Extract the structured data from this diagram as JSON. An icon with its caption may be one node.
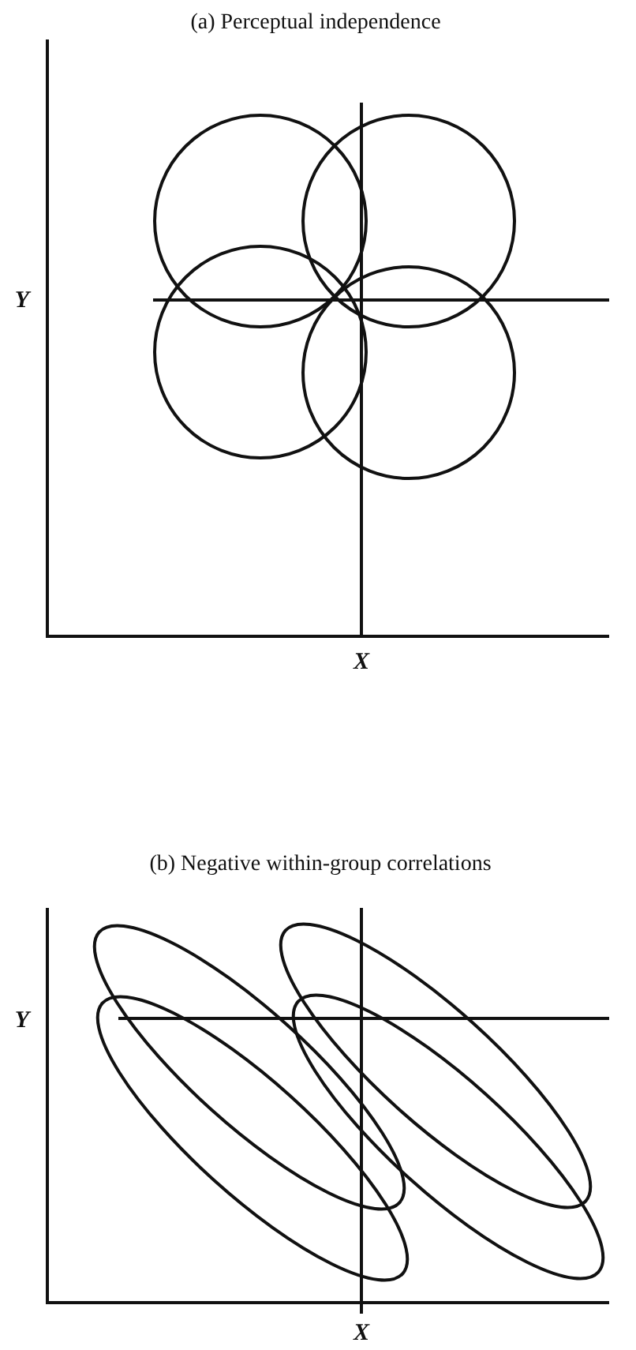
{
  "diagram": {
    "labels": [
      "(a) Perceptual independence",
      "Y",
      "X",
      "(b) Negative within-group correlations",
      "Y",
      "X"
    ]
  }
}
